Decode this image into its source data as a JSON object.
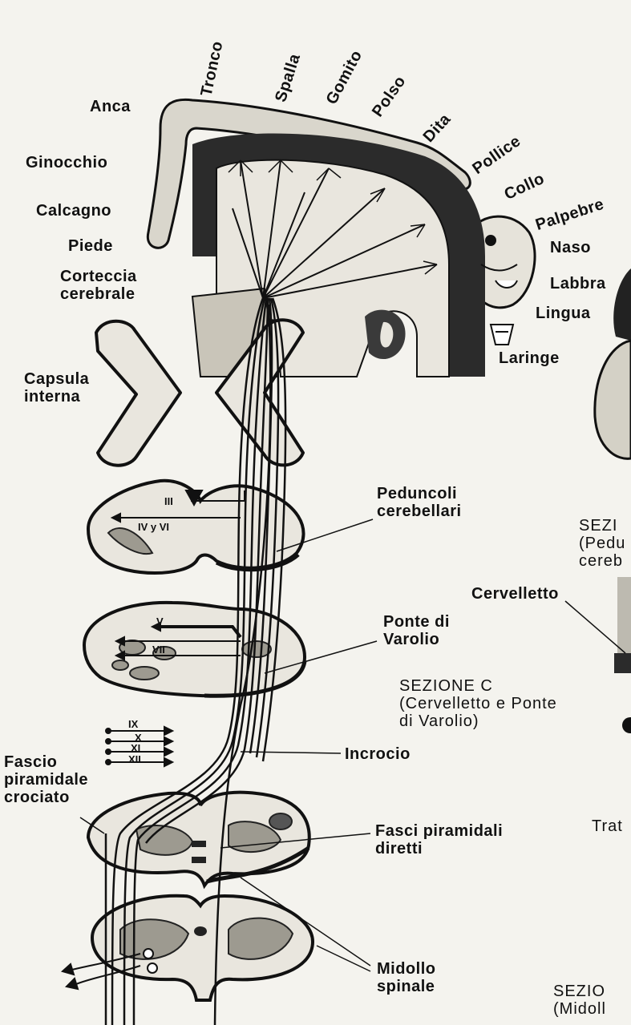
{
  "homunculus": {
    "anca": "Anca",
    "tronco": "Tronco",
    "spalla": "Spalla",
    "gomito": "Gomito",
    "polso": "Polso",
    "dita": "Dita",
    "pollice": "Pollice",
    "collo": "Collo",
    "palpebre": "Palpebre",
    "naso": "Naso",
    "labbra": "Labbra",
    "lingua": "Lingua",
    "laringe": "Laringe",
    "ginocchio": "Ginocchio",
    "calcagno": "Calcagno",
    "piede": "Piede"
  },
  "structures": {
    "corteccia": "Corteccia\ncerebrale",
    "capsula": "Capsula\ninterna",
    "peduncoli": "Peduncoli\ncerebellari",
    "ponte": "Ponte  di\nVarolio",
    "incrocio": "Incrocio",
    "fascio_crociato": "Fascio\npiramidale\ncrociato",
    "fasci_diretti": "Fasci piramidali\ndiretti",
    "midollo": "Midollo\nspinale",
    "cervelletto": "Cervelletto"
  },
  "sections": {
    "sez_b": "SEZI\n(Pedu\ncereb",
    "sez_c": "SEZIONE  C\n(Cervelletto e Ponte\n di  Varolio)",
    "trat": "Trat",
    "sez_d": "SEZIO\n(Midoll"
  },
  "nerves": {
    "iii": "III",
    "iv_vi": "IV y VI",
    "v": "V",
    "vii": "VII",
    "ix": "IX",
    "x": "X",
    "xi": "XI",
    "xii": "XII"
  }
}
